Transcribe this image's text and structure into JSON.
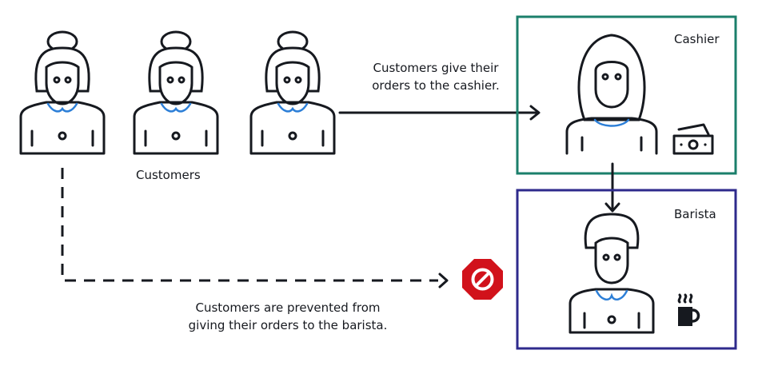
{
  "labels": {
    "customers": "Customers",
    "cashier": "Cashier",
    "barista": "Barista",
    "to_cashier": "Customers give their\norders to the cashier.",
    "prevented": "Customers are prevented from\ngiving their orders to the barista."
  },
  "colors": {
    "cashier_border": "#1b7f6b",
    "barista_border": "#2e2a8c",
    "stop_sign": "#d1121b",
    "person_accent": "#2d7fd7",
    "stroke": "#16191f"
  },
  "icons": [
    "customer-icon",
    "cashier-icon",
    "barista-icon",
    "money-icon",
    "coffee-cup-icon",
    "stop-icon"
  ]
}
